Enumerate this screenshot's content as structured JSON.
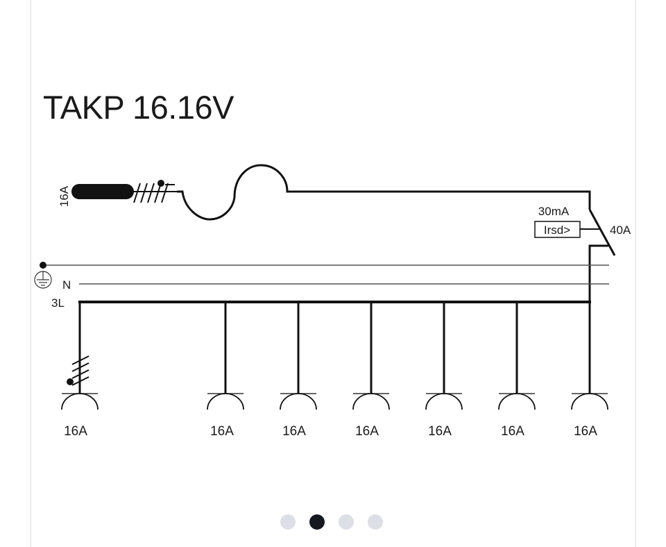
{
  "title": "TAKP 16.16V",
  "labels": {
    "plug_rating": "16A",
    "rcd_current": "30mA",
    "rcd_box": "Irsd>",
    "breaker_rating": "40A",
    "neutral": "N",
    "phase": "3L"
  },
  "outlets": [
    "16A",
    "16A",
    "16A",
    "16A",
    "16A",
    "16A",
    "16A"
  ],
  "pager": {
    "count": 4,
    "active_index": 1
  }
}
